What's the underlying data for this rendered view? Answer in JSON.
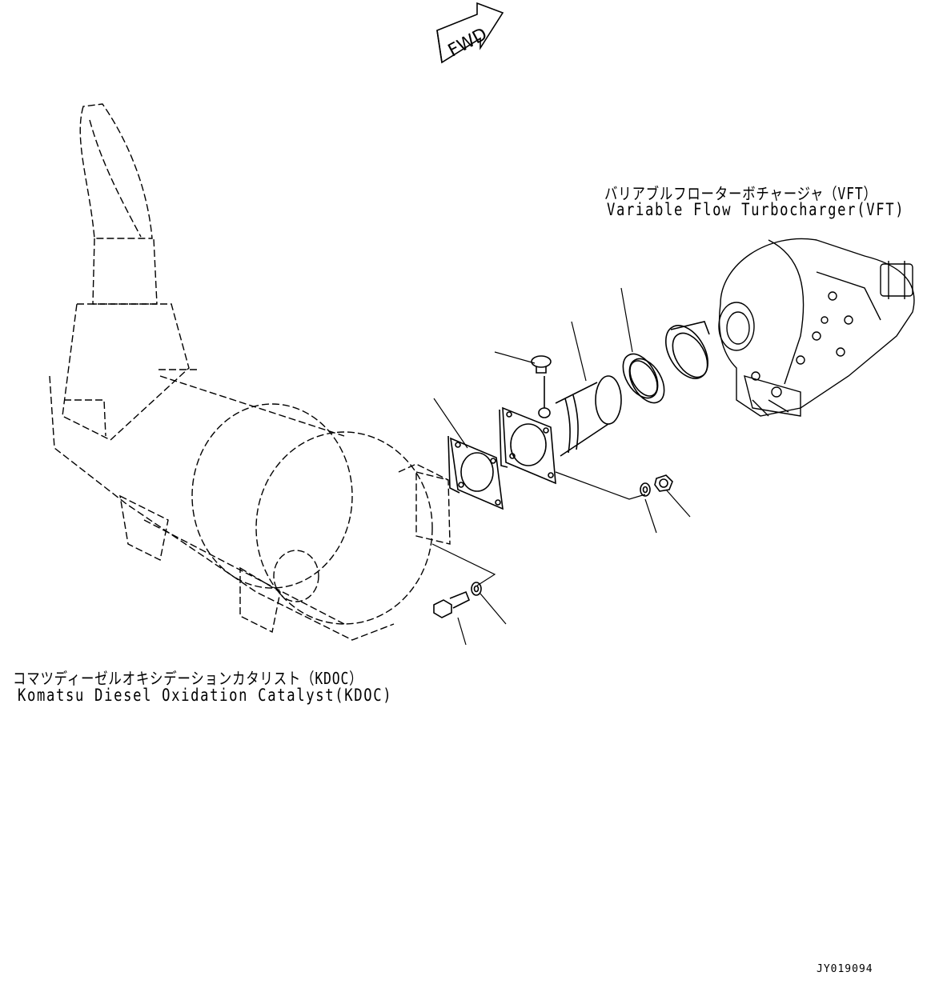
{
  "fwd_arrow": {
    "label": "FWD"
  },
  "turbocharger": {
    "label_jp": "バリアブルフローターボチャージャ（VFT）",
    "label_en": "Variable Flow Turbocharger(VFT)"
  },
  "catalyst": {
    "label_jp": "コマツディーゼルオキシデーションカタリスト（KDOC）",
    "label_en": "Komatsu Diesel Oxidation Catalyst(KDOC)"
  },
  "drawing_code": "JY019094"
}
